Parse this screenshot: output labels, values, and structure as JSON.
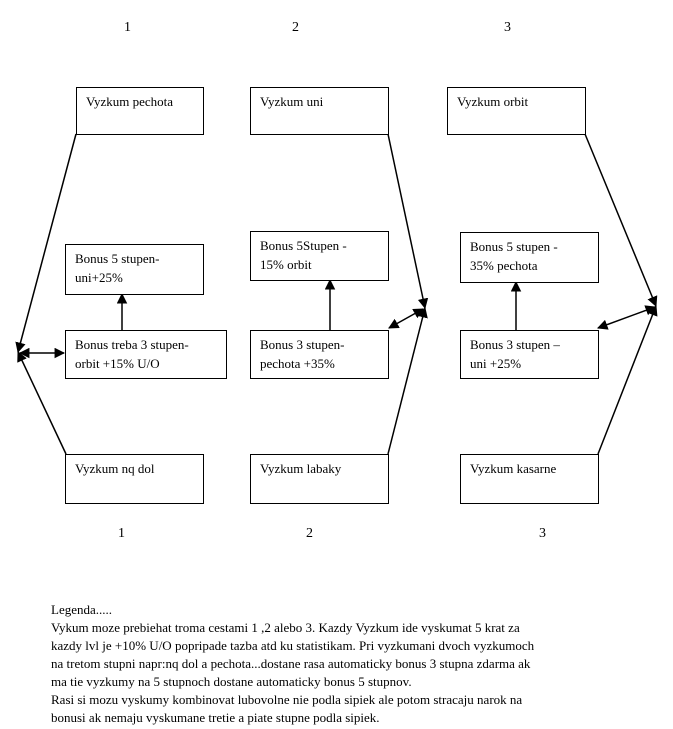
{
  "columns_top": [
    "1",
    "2",
    "3"
  ],
  "columns_bottom": [
    "1",
    "2",
    "3"
  ],
  "boxes": {
    "vyzkum_pechota": "Vyzkum pechota",
    "vyzkum_uni": "Vyzkum uni",
    "vyzkum_orbit": "Vyzkum orbit",
    "bonus5_col1": "Bonus 5 stupen-\nuni+25%",
    "bonus5_col2": "Bonus 5Stupen -\n15% orbit",
    "bonus5_col3": "Bonus 5 stupen -\n35% pechota",
    "bonus3_col1": "Bonus treba 3 stupen-\norbit +15% U/O",
    "bonus3_col2": "Bonus 3 stupen-\npechota +35%",
    "bonus3_col3": "Bonus 3 stupen –\nuni +25%",
    "vyzkum_nq_dol": "Vyzkum nq dol",
    "vyzkum_labaky": "Vyzkum labaky",
    "vyzkum_kasarne": "Vyzkum kasarne"
  },
  "legend": {
    "title": "Legenda.....",
    "lines": [
      "Vykum moze prebiehat troma cestami 1 ,2 alebo 3. Kazdy Vyzkum ide vyskumat 5 krat za",
      "kazdy lvl je +10% U/O popripade tazba atd ku statistikam. Pri vyzkumani dvoch vyzkumoch",
      "na tretom stupni napr:nq dol a pechota...dostane rasa automaticky bonus 3 stupna zdarma ak",
      "ma tie vyzkumy na 5 stupnoch dostane automaticky bonus 5 stupnov.",
      "Rasi si mozu vyskumy kombinovat lubovolne nie podla sipiek ale potom stracaju narok na",
      "bonusi ak nemaju vyskumane tretie a piate stupne podla sipiek."
    ]
  }
}
